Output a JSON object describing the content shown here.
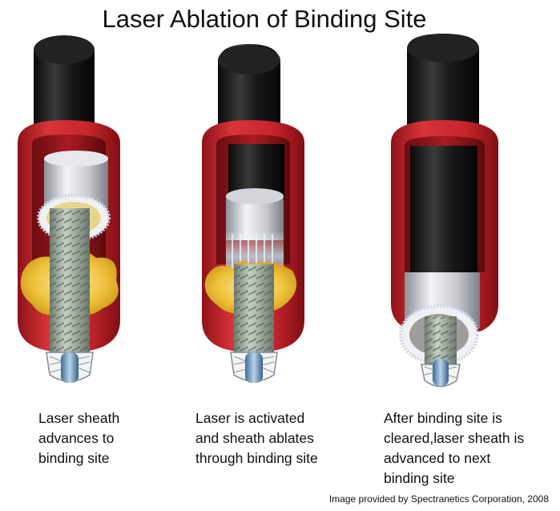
{
  "title": "Laser Ablation of Binding Site",
  "steps": [
    {
      "lines": [
        "Laser sheath",
        "advances to",
        "binding site"
      ]
    },
    {
      "lines": [
        "Laser is activated",
        "and sheath ablates",
        "through binding site"
      ]
    },
    {
      "lines": [
        "After binding site is",
        "cleared,laser sheath is",
        "advanced to next",
        "binding site"
      ]
    }
  ],
  "credit": "Image provided by Spectranetics Corporation, 2008",
  "colors": {
    "outer_sheath": "#c5242a",
    "inner_tube": "#1d1d1d",
    "laser_sheath": "#d9dade",
    "binding_tissue": "#f0c33c",
    "lead_coil": "#9aaa9a",
    "laser_energy": "#bfe6f2"
  }
}
